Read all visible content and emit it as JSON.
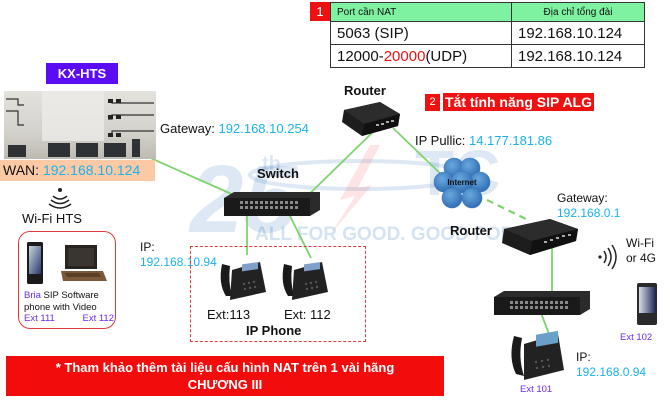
{
  "nat_table": {
    "step_badge": "1",
    "headers": [
      "Port cần NAT",
      "Địa chỉ tổng đài"
    ],
    "rows": [
      {
        "port": "5063 (SIP)",
        "port_prefix": "5063 (SIP)",
        "port_highlight": "",
        "port_suffix": "",
        "address": "192.168.10.124"
      },
      {
        "port": "12000-20000(UDP)",
        "port_prefix": "12000-",
        "port_highlight": "20000",
        "port_suffix": "(UDP)",
        "address": "192.168.10.124"
      }
    ],
    "header_color": "#7ef2a0",
    "highlight_color": "#ee1111"
  },
  "pbx": {
    "label": "KX-HTS",
    "wan_label": "WAN:",
    "wan_ip": "192.168.10.124",
    "wifi_label": "Wi-Fi HTS"
  },
  "router_main": {
    "label": "Router",
    "gateway_label": "Gateway:",
    "gateway_ip": "192.168.10.254",
    "public_label": "IP Pullic:",
    "public_ip": "14.177.181.86"
  },
  "sip_alg": {
    "step_badge": "2",
    "text": "Tắt tính năng SIP ALG"
  },
  "switch_main": {
    "label": "Switch"
  },
  "ip_phones": {
    "ip_label": "IP:",
    "ip": "192.168.10.94",
    "ext_a": "Ext:113",
    "ext_b": "Ext: 112",
    "group_label": "IP Phone"
  },
  "softphone": {
    "brand": "Bria",
    "line1_rest": " SIP Software",
    "line2": "phone with Video",
    "ext_a": "Ext 111",
    "ext_b": "Ext 112"
  },
  "internet": {
    "label": "Internet"
  },
  "remote_site": {
    "router_label": "Router",
    "gateway_label": "Gateway:",
    "gateway_ip": "192.168.0.1",
    "wireless_line1": "Wi-Fi",
    "wireless_line2": "or 4G",
    "mobile_ext": "Ext 102",
    "phone_ip_label": "IP:",
    "phone_ip": "192.168.0.94",
    "phone_ext": "Ext 101"
  },
  "watermark": {
    "anniversary": "25",
    "sup": "th",
    "brand": "TC",
    "slogan": "ALL FOR GOOD. GOOD FOR ALL"
  },
  "footer": {
    "line1": "* Tham khảo thêm tài liệu cấu hình NAT trên 1 vài hãng",
    "line2": "CHƯƠNG III"
  },
  "colors": {
    "ip_text": "#1ab2ee",
    "alert_red": "#ee1111",
    "ext_purple": "#6a2bf0",
    "link_green": "#7ed36e",
    "kx_badge": "#5b0cf5",
    "wan_bg": "#fbc9a3"
  }
}
